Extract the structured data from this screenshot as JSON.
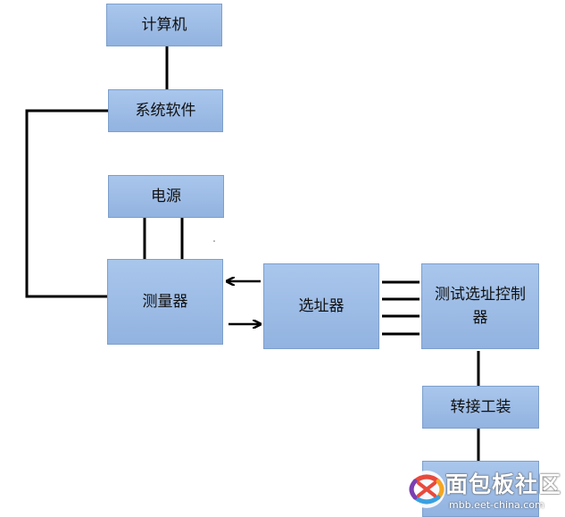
{
  "diagram": {
    "boxes": {
      "computer": "计算机",
      "software": "系统软件",
      "power": "电源",
      "meter": "测量器",
      "selector": "选址器",
      "controller": "测试选址控制器",
      "adapter": "转接工装",
      "bottom": ""
    },
    "colors": {
      "box_fill": "#a3c0e8",
      "box_border": "#7d9fcc",
      "line": "#000000"
    }
  },
  "watermark": {
    "title": "面包板社区",
    "url": "mbb.eet-china.com"
  }
}
